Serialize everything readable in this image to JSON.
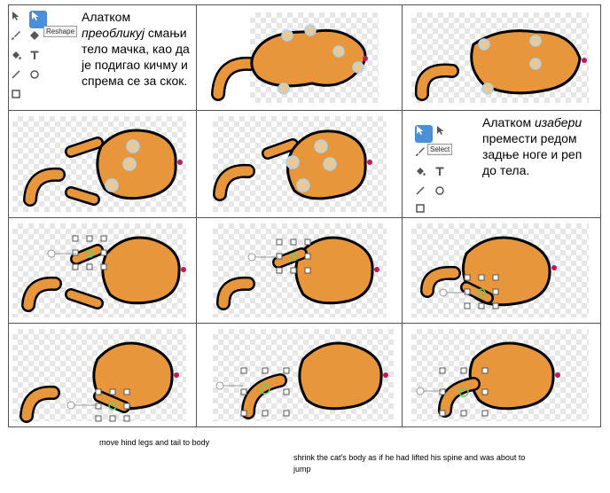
{
  "accent": "#4a90d9",
  "cat_color": "#e8963c",
  "handle_color": "#a8d4f0",
  "tools": [
    {
      "icon": "arrow-select-icon"
    },
    {
      "icon": "reshape-icon"
    },
    {
      "icon": "brush-icon"
    },
    {
      "icon": "eraser-icon"
    },
    {
      "icon": "fill-icon"
    },
    {
      "icon": "text-icon"
    },
    {
      "icon": "line-icon"
    },
    {
      "icon": "circle-icon"
    },
    {
      "icon": "rectangle-icon"
    }
  ],
  "panel1": {
    "tooltip": "Reshape",
    "text_before": "Алатком ",
    "text_italic": "преобликуј",
    "text_after": " смањи тело  мачка, као да је  подигао кичму и спрема се за скок."
  },
  "panel6": {
    "tooltip": "Select",
    "text_before": "Алатком ",
    "text_italic": "изабери",
    "text_after": " премести редом задње ноге и реп до тела."
  },
  "captions": {
    "move": "move hind legs and tail to body",
    "shrink": "shrink the cat's body as if he had lifted his spine and was about to jump"
  }
}
